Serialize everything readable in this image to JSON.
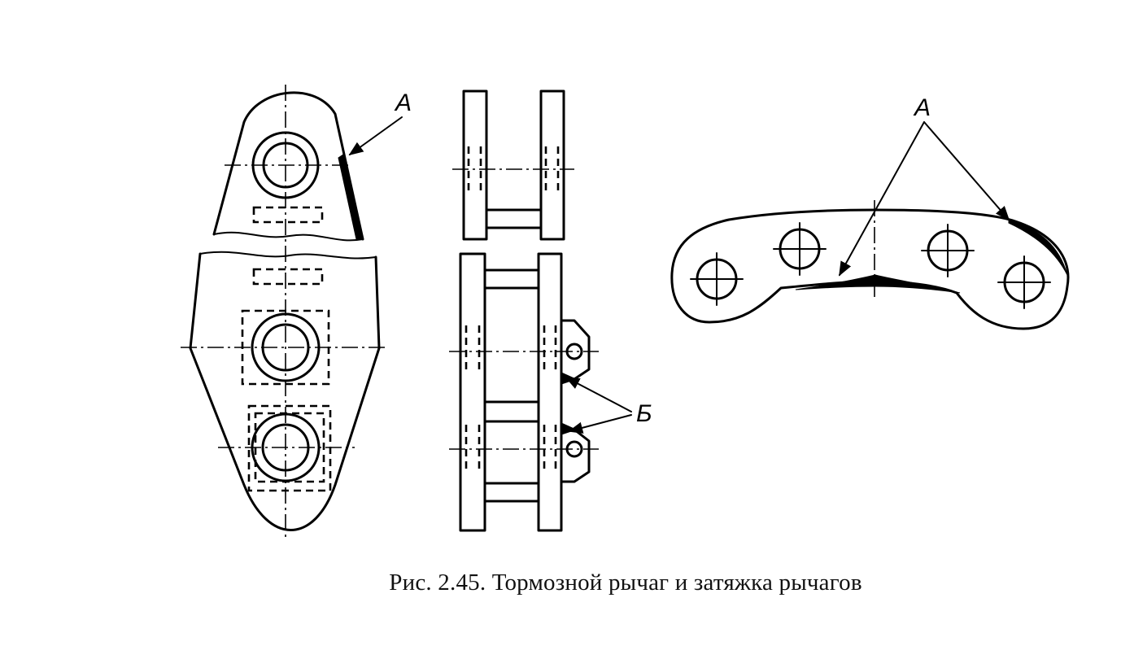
{
  "labels": {
    "weld_a": "А",
    "weld_b": "Б"
  },
  "caption": "Рис. 2.45. Тормозной рычаг и затяжка рычагов",
  "colors": {
    "ink": "#000000",
    "background": "#ffffff"
  }
}
